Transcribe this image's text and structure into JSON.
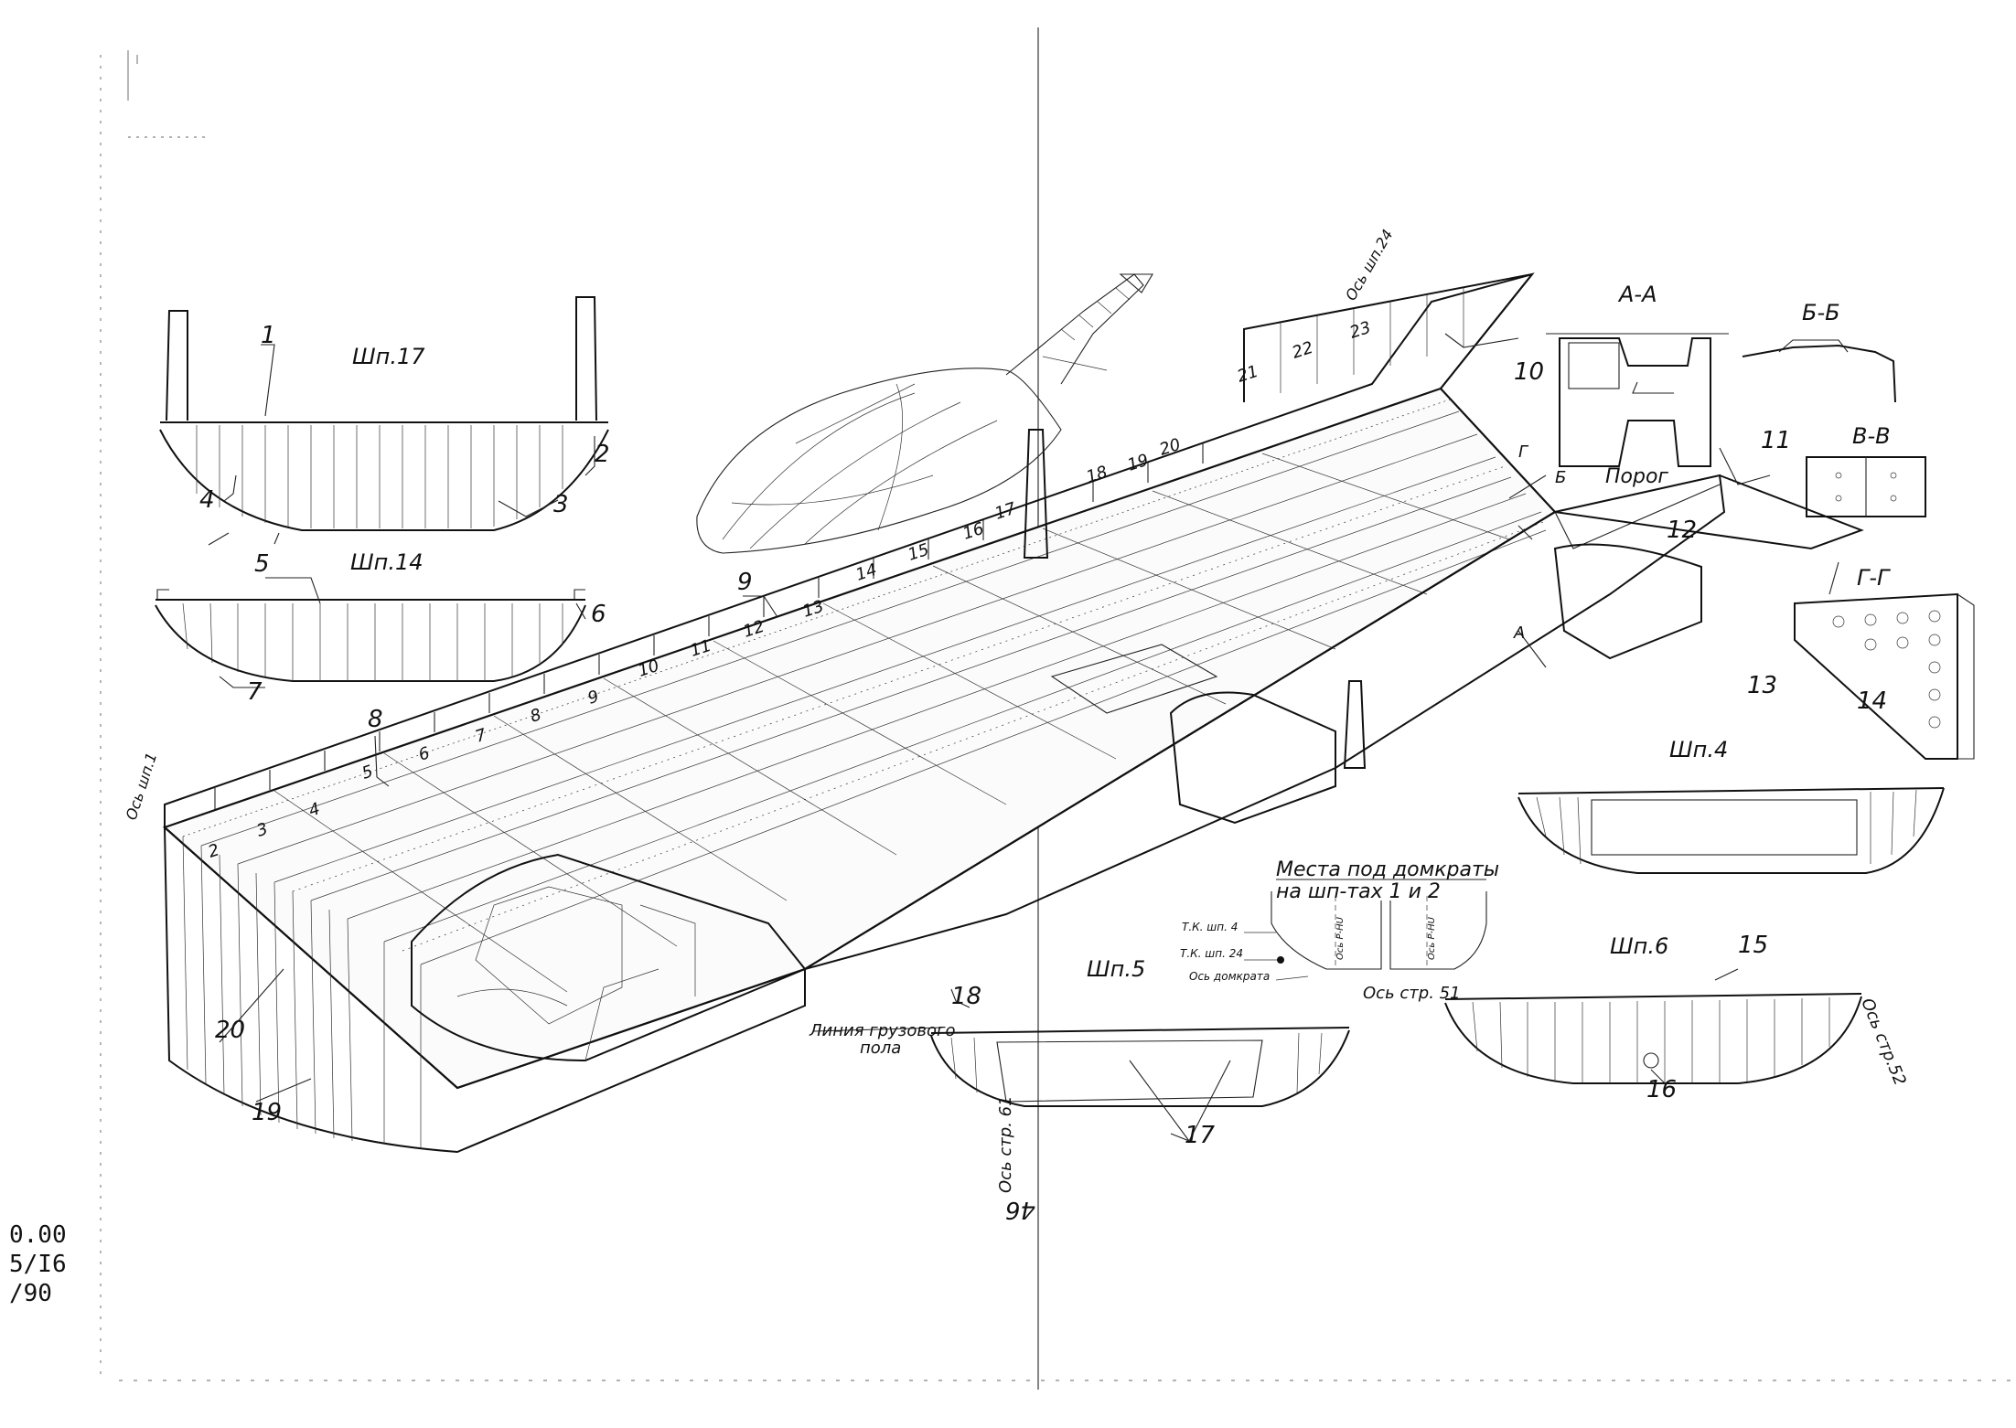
{
  "margin_codes": [
    "0.00",
    "5/I6",
    "/90"
  ],
  "page_mark": "46",
  "callouts": {
    "n1": "1",
    "n2": "2",
    "n3": "3",
    "n4": "4",
    "n5": "5",
    "n6": "6",
    "n7": "7",
    "n8": "8",
    "n9": "9",
    "n10": "10",
    "n11": "11",
    "n12": "12",
    "n13": "13",
    "n14": "14",
    "n15": "15",
    "n16": "16",
    "n17": "17",
    "n18": "18",
    "n19": "19",
    "n20": "20"
  },
  "frame_titles": {
    "shp17": "Шп.17",
    "shp14": "Шп.14",
    "shp4": "Шп.4",
    "shp5": "Шп.5",
    "shp6": "Шп.6"
  },
  "sections": {
    "aa": "А-А",
    "bb": "Б-Б",
    "vv": "В-В",
    "gg": "Г-Г"
  },
  "jack_note": {
    "line1": "Места под домкраты",
    "line2": "на шп-тах 1 и 2",
    "tk4": "Т.К. шп. 4",
    "tk24": "Т.К. шп. 24",
    "axis": "Ось домкрата",
    "os_p_nu": "Ось Р-НU"
  },
  "axis_labels": {
    "os_shp1": "Ось шп.1",
    "os_shp24": "Ось шп.24",
    "os_str51": "Ось стр. 51",
    "os_str52": "Ось стр.52",
    "os_str61": "Ось стр. 61"
  },
  "labels": {
    "porog": "Порог",
    "cargo_line1": "Линия грузового",
    "cargo_line2": "пола",
    "sec_A": "А",
    "sec_B": "Б",
    "sec_G": "Г"
  },
  "frame_numbers": [
    "2",
    "3",
    "4",
    "5",
    "6",
    "7",
    "8",
    "9",
    "10",
    "11",
    "12",
    "13",
    "14",
    "15",
    "16",
    "17",
    "18",
    "19",
    "20",
    "21",
    "22",
    "23"
  ]
}
